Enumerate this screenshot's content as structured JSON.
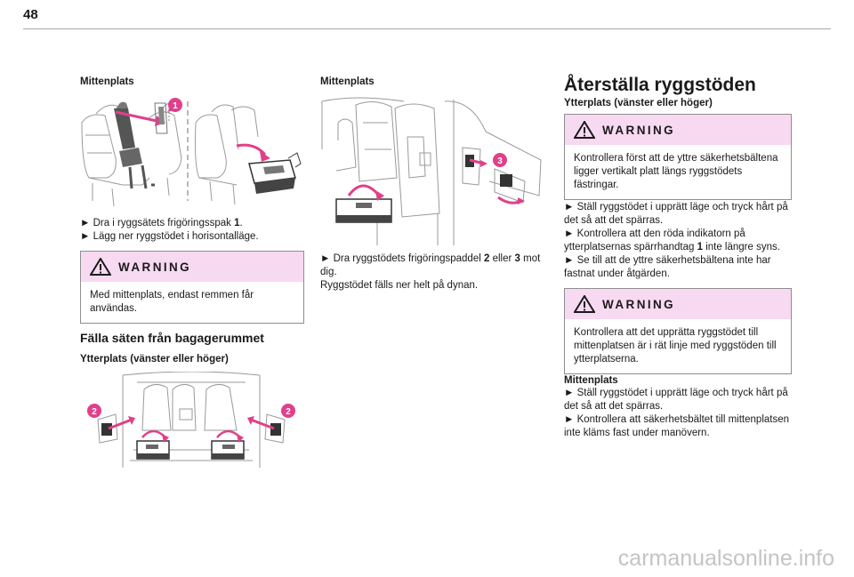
{
  "page_number": "48",
  "col1": {
    "heading": "Mittenplats",
    "steps": [
      "► Dra i ryggsätets frigöringsspak ",
      "1",
      ".",
      "► Lägg ner ryggstödet i horisontalläge."
    ],
    "warning": {
      "title": "WARNING",
      "text": "Med mittenplats, endast remmen får användas."
    },
    "section_title": "Fälla säten från bagagerummet",
    "subheading": "Ytterplats (vänster eller höger)",
    "callouts": [
      "1",
      "2",
      "2"
    ]
  },
  "col2": {
    "heading": "Mittenplats",
    "step_a": "► Dra ryggstödets frigöringspaddel ",
    "step_b": "2",
    "step_c": " eller ",
    "step_d": "3",
    "step_e": " mot dig.",
    "step_f": "Ryggstödet fälls ner helt på dynan.",
    "callout": "3"
  },
  "col3": {
    "title": "Återställa ryggstöden",
    "subheading": "Ytterplats (vänster eller höger)",
    "warning1": {
      "title": "WARNING",
      "text": "Kontrollera först att de yttre säkerhetsbältena ligger vertikalt platt längs ryggstödets fästringar."
    },
    "steps": [
      "► Ställ ryggstödet i upprätt läge och tryck hårt på det så att det spärras.",
      "► Kontrollera att den röda indikatorn på ytterplatsernas spärrhandtag ",
      "1",
      " inte längre syns.",
      "► Se till att de yttre säkerhetsbältena inte har fastnat under åtgärden."
    ],
    "warning2": {
      "title": "WARNING",
      "text": "Kontrollera att det upprätta ryggstödet till mittenplatsen är i rät linje med ryggstöden till ytterplatserna."
    },
    "subheading2": "Mittenplats",
    "steps2": [
      "► Ställ ryggstödet i upprätt läge och tryck hårt på det så att det spärras.",
      "► Kontrollera att säkerhetsbältet till mittenplatsen inte kläms fast under manövern."
    ]
  },
  "watermark": "carmanualsonline.info",
  "colors": {
    "accent": "#e0408a",
    "warning_bg": "#f8d9f2",
    "seat_dark": "#555555"
  }
}
